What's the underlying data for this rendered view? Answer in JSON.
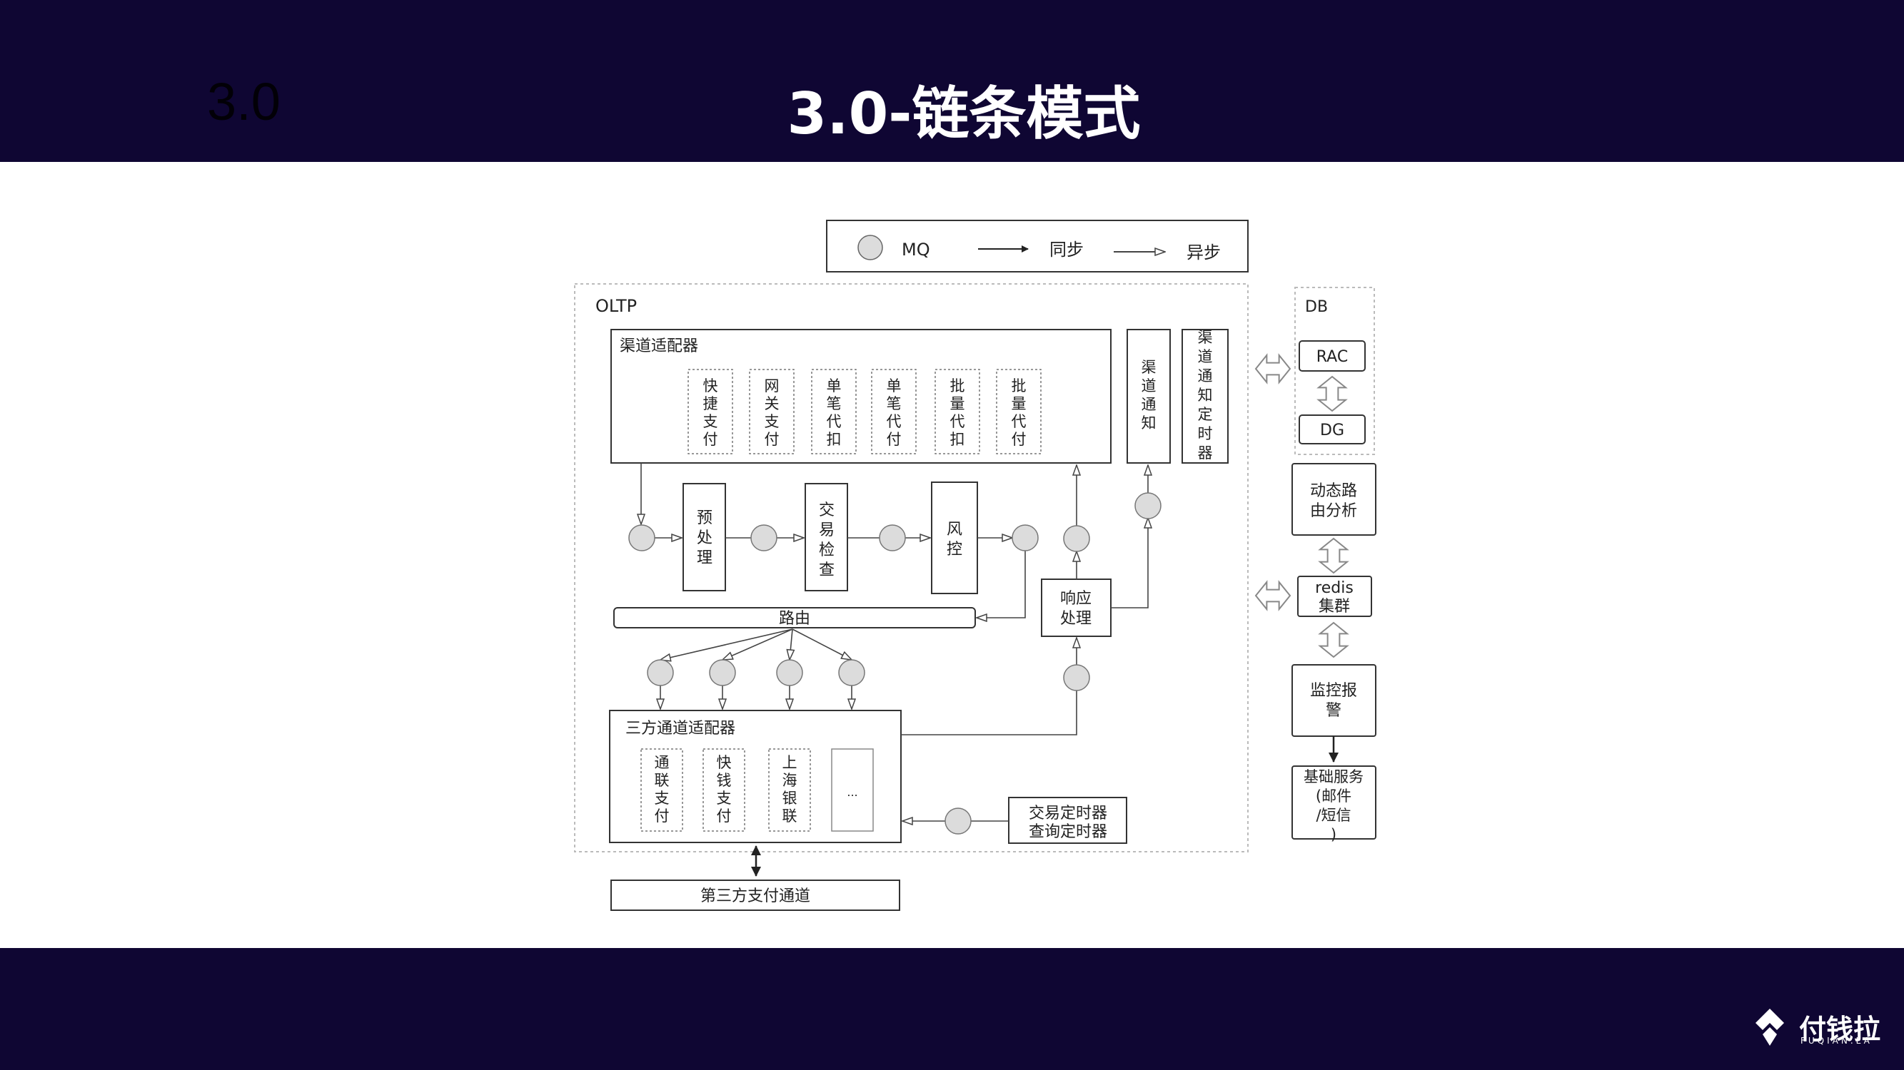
{
  "slide": {
    "ghost_text": "3.0",
    "title": "3.0-链条模式"
  },
  "legend": {
    "mq": "MQ",
    "sync": "同步",
    "async": "异步"
  },
  "oltp": {
    "label": "OLTP"
  },
  "channel_adapter": {
    "title": "渠道适配器",
    "items": [
      "快捷支付",
      "网关支付",
      "单笔代扣",
      "单笔代付",
      "批量代扣",
      "批量代付"
    ]
  },
  "channel_notify": "渠道通知",
  "channel_notify_timer": "渠道通知定时器",
  "pipeline": {
    "pre": "预处理",
    "check": "交易检查",
    "risk": "风控",
    "response": "响应处理",
    "route": "路由"
  },
  "third_party_adapter": {
    "title": "三方通道适配器",
    "items": [
      "通联支付",
      "快钱支付",
      "上海银联",
      "..."
    ]
  },
  "timers": {
    "line1": "交易定时器",
    "line2": "查询定时器"
  },
  "third_party_channel": "第三方支付通道",
  "db": {
    "label": "DB",
    "rac": "RAC",
    "dg": "DG"
  },
  "right_services": {
    "dynamic_route": "动态路由分析",
    "redis": "redis集群",
    "monitor": "监控报警",
    "base_service": "基础服务(邮件/短信)"
  },
  "logo": {
    "name": "付钱拉",
    "sub": "FUQIAN.LA"
  },
  "colors": {
    "bar": "#0f0633",
    "mq_fill": "#dcdcdc"
  }
}
